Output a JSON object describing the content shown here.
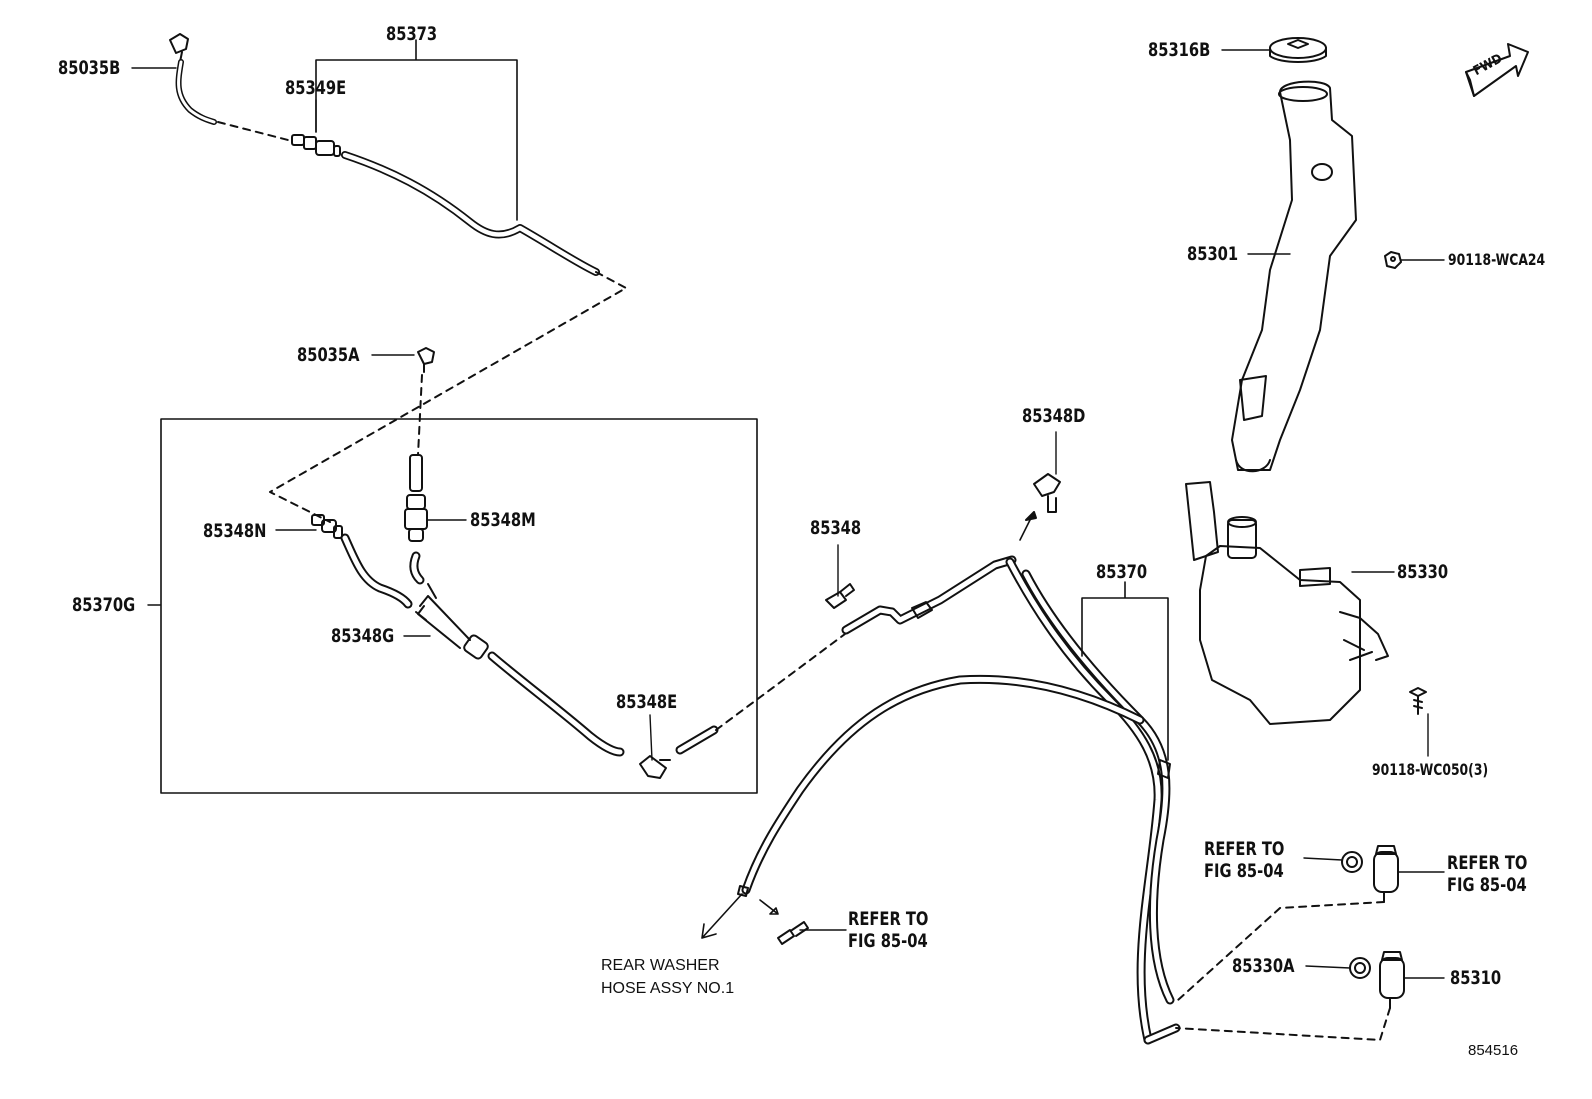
{
  "diagram_id": "854516",
  "labels": {
    "p85035B": "85035B",
    "p85373": "85373",
    "p85349E": "85349E",
    "p85035A": "85035A",
    "p85348N": "85348N",
    "p85348M": "85348M",
    "p85370G": "85370G",
    "p85348G": "85348G",
    "p85348E": "85348E",
    "p85348": "85348",
    "p85348D": "85348D",
    "p85370": "85370",
    "p85316B": "85316B",
    "p85301": "85301",
    "p90118_WCA24": "90118-WCA24",
    "p85330": "85330",
    "p90118_WC050": "90118-WC050(3)",
    "p85330A": "85330A",
    "p85310": "85310",
    "fwd": "FWD"
  },
  "refer_notes": [
    {
      "line1": "REFER TO",
      "line2": "FIG 85-04"
    },
    {
      "line1": "REFER TO",
      "line2": "FIG 85-04"
    },
    {
      "line1": "REFER TO",
      "line2": "FIG 85-04"
    }
  ],
  "rear_washer": {
    "line1": "REAR WASHER",
    "line2": "HOSE ASSY NO.1"
  }
}
